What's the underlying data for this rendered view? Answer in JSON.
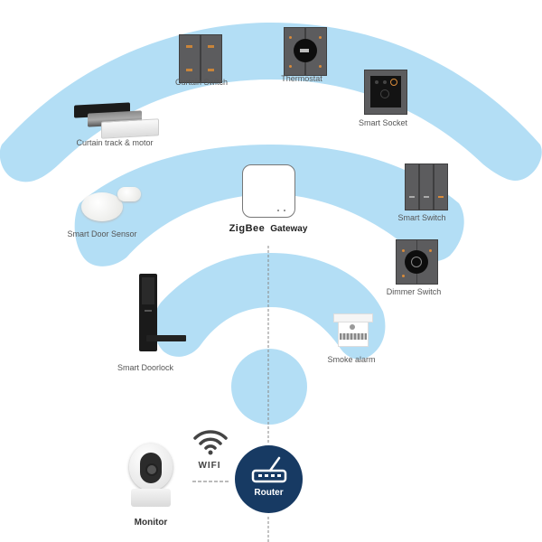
{
  "colors": {
    "wave": "#b3def5",
    "router_bg": "#173a63",
    "panel": "#5c5c5e",
    "accent_orange": "#d98b3a",
    "dash": "#888888"
  },
  "hub": {
    "zigbee": "ZigBee",
    "gateway": "Gateway"
  },
  "devices": {
    "curtain_switch": "Curtain Switch",
    "thermostat": "Thermostat",
    "smart_socket": "Smart Socket",
    "curtain_track": "Curtain track  &  motor",
    "door_sensor": "Smart Door Sensor",
    "smart_switch": "Smart Switch",
    "dimmer_switch": "Dimmer Switch",
    "doorlock": "Smart Doorlock",
    "smoke_alarm": "Smoke alarm",
    "monitor": "Monitor"
  },
  "network": {
    "wifi": "WIFI",
    "router": "Router"
  },
  "icons": {
    "wifi": "wifi-icon",
    "router": "router-icon"
  }
}
